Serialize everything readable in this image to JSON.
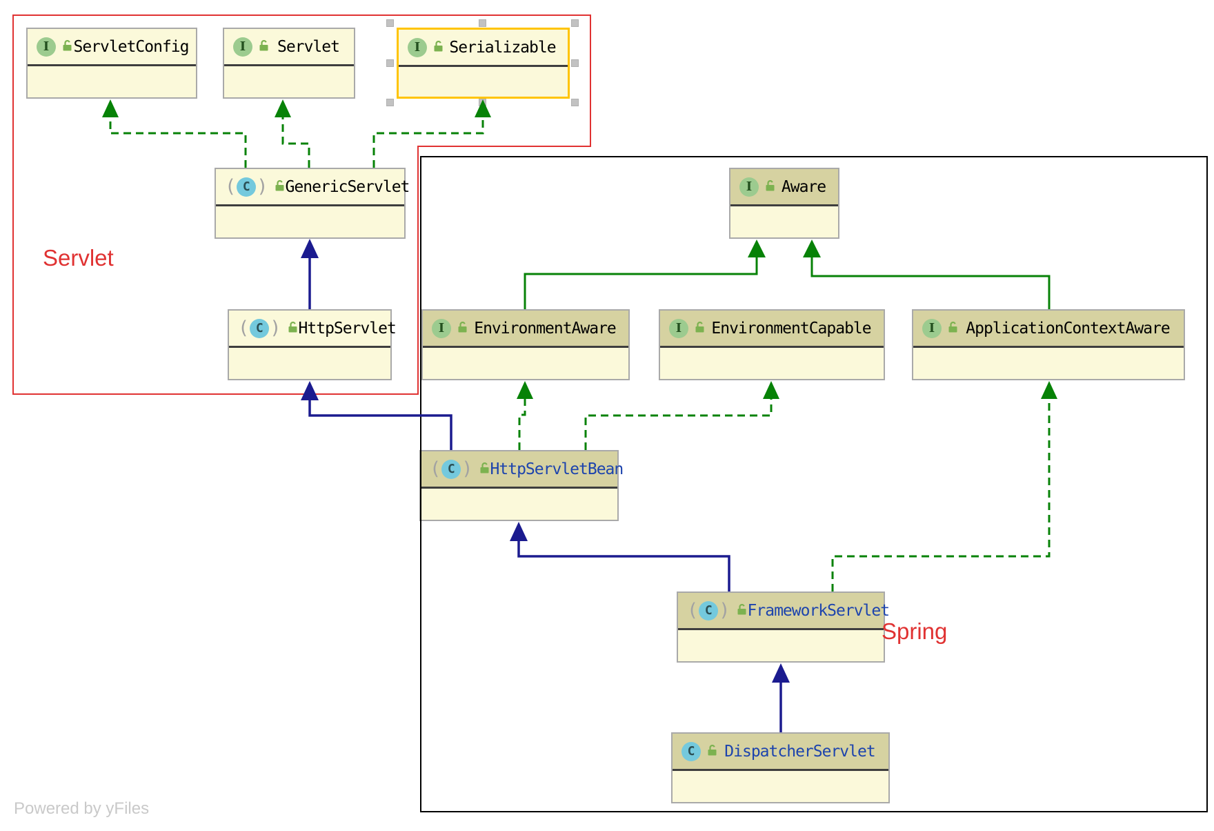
{
  "diagram": {
    "tool_watermark": "Powered by yFiles",
    "regions": [
      {
        "label": "Servlet",
        "border_color": "#e03232",
        "label_color": "#e03232"
      },
      {
        "label": "Spring",
        "border_color": "#000000",
        "label_color": "#e03232"
      }
    ],
    "icon_legend": {
      "interface_letter": "I",
      "class_letter": "C",
      "interface_circle_color": "#9ccb8f",
      "class_circle_color": "#74c9dd",
      "lock_icon_color": "#7cb250"
    },
    "nodes": [
      {
        "name": "ServletConfig",
        "kind": "interface",
        "region": "Servlet",
        "icon_letter": "I",
        "selected": false
      },
      {
        "name": "Servlet",
        "kind": "interface",
        "region": "Servlet",
        "icon_letter": "I",
        "selected": false
      },
      {
        "name": "Serializable",
        "kind": "interface",
        "region": "Servlet",
        "icon_letter": "I",
        "selected": true
      },
      {
        "name": "GenericServlet",
        "kind": "abstract-class",
        "region": "Servlet",
        "icon_letter": "C",
        "selected": false
      },
      {
        "name": "Aware",
        "kind": "interface",
        "region": "Spring",
        "icon_letter": "I",
        "selected": false
      },
      {
        "name": "HttpServlet",
        "kind": "abstract-class",
        "region": "Servlet",
        "icon_letter": "C",
        "selected": false
      },
      {
        "name": "EnvironmentAware",
        "kind": "interface",
        "region": "Spring",
        "icon_letter": "I",
        "selected": false
      },
      {
        "name": "EnvironmentCapable",
        "kind": "interface",
        "region": "Spring",
        "icon_letter": "I",
        "selected": false
      },
      {
        "name": "ApplicationContextAware",
        "kind": "interface",
        "region": "Spring",
        "icon_letter": "I",
        "selected": false
      },
      {
        "name": "HttpServletBean",
        "kind": "abstract-class",
        "region": "Spring",
        "icon_letter": "C",
        "selected": false
      },
      {
        "name": "FrameworkServlet",
        "kind": "abstract-class",
        "region": "Spring",
        "icon_letter": "C",
        "selected": false
      },
      {
        "name": "DispatcherServlet",
        "kind": "class",
        "region": "Spring",
        "icon_letter": "C",
        "selected": false
      }
    ],
    "edges": [
      {
        "from": "GenericServlet",
        "to": "ServletConfig",
        "type": "implements",
        "line": "green-dashed"
      },
      {
        "from": "GenericServlet",
        "to": "Servlet",
        "type": "implements",
        "line": "green-dashed"
      },
      {
        "from": "GenericServlet",
        "to": "Serializable",
        "type": "implements",
        "line": "green-dashed"
      },
      {
        "from": "HttpServlet",
        "to": "GenericServlet",
        "type": "extends",
        "line": "navy-solid"
      },
      {
        "from": "HttpServletBean",
        "to": "HttpServlet",
        "type": "extends",
        "line": "navy-solid"
      },
      {
        "from": "HttpServletBean",
        "to": "EnvironmentAware",
        "type": "implements",
        "line": "green-dashed"
      },
      {
        "from": "HttpServletBean",
        "to": "EnvironmentCapable",
        "type": "implements",
        "line": "green-dashed"
      },
      {
        "from": "FrameworkServlet",
        "to": "HttpServletBean",
        "type": "extends",
        "line": "navy-solid"
      },
      {
        "from": "FrameworkServlet",
        "to": "ApplicationContextAware",
        "type": "implements",
        "line": "green-dashed"
      },
      {
        "from": "DispatcherServlet",
        "to": "FrameworkServlet",
        "type": "extends",
        "line": "navy-solid"
      },
      {
        "from": "EnvironmentAware",
        "to": "Aware",
        "type": "extends",
        "line": "green-solid"
      },
      {
        "from": "ApplicationContextAware",
        "to": "Aware",
        "type": "extends",
        "line": "green-solid"
      }
    ],
    "colors": {
      "node_body": "#fbf9da",
      "spring_header": "#d6d2a1",
      "node_border": "#a9a9a9",
      "selection_border": "#ffc400",
      "extends_class_color": "#1b1b8f",
      "interface_edge_color": "#078207",
      "spring_class_name_color": "#1d44ad"
    }
  }
}
